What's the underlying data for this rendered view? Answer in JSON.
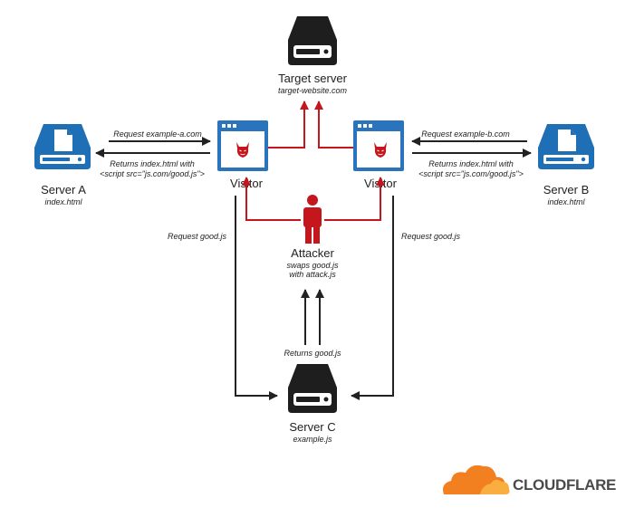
{
  "nodes": {
    "target_server": {
      "title": "Target server",
      "subtitle": "target-website.com"
    },
    "server_a": {
      "title": "Server A",
      "subtitle": "index.html"
    },
    "server_b": {
      "title": "Server B",
      "subtitle": "index.html"
    },
    "server_c": {
      "title": "Server C",
      "subtitle": "example.js"
    },
    "visitor_left": {
      "title": "Visitor"
    },
    "visitor_right": {
      "title": "Visitor"
    },
    "attacker": {
      "title": "Attacker",
      "subtitle_line1": "swaps good.js",
      "subtitle_line2": "with attack.js"
    }
  },
  "edges": {
    "request_a": "Request example-a.com",
    "returns_a_1": "Returns index.html with",
    "returns_a_2": "<script src=\"js.com/good.js\">",
    "request_b": "Request example-b.com",
    "returns_b_1": "Returns index.html with",
    "returns_b_2": "<script src=\"js.com/good.js\">",
    "request_good_left": "Request good.js",
    "request_good_right": "Request good.js",
    "returns_good": "Returns good.js"
  },
  "brand": {
    "logo_text": "CLOUDFLARE"
  },
  "colors": {
    "server_dark": "#1e1e1e",
    "doc_server_blue": "#1f6fb7",
    "browser_blue": "#2a73bd",
    "attack_red": "#c4161c",
    "arrow_dark": "#222222",
    "cloud_orange": "#f38020",
    "cloud_light": "#faae40"
  },
  "icons": {
    "server": "server-icon",
    "document_server": "document-server-icon",
    "browser": "browser-window-icon",
    "devil": "devil-icon",
    "attacker": "person-icon",
    "logo": "cloudflare-cloud-icon"
  }
}
